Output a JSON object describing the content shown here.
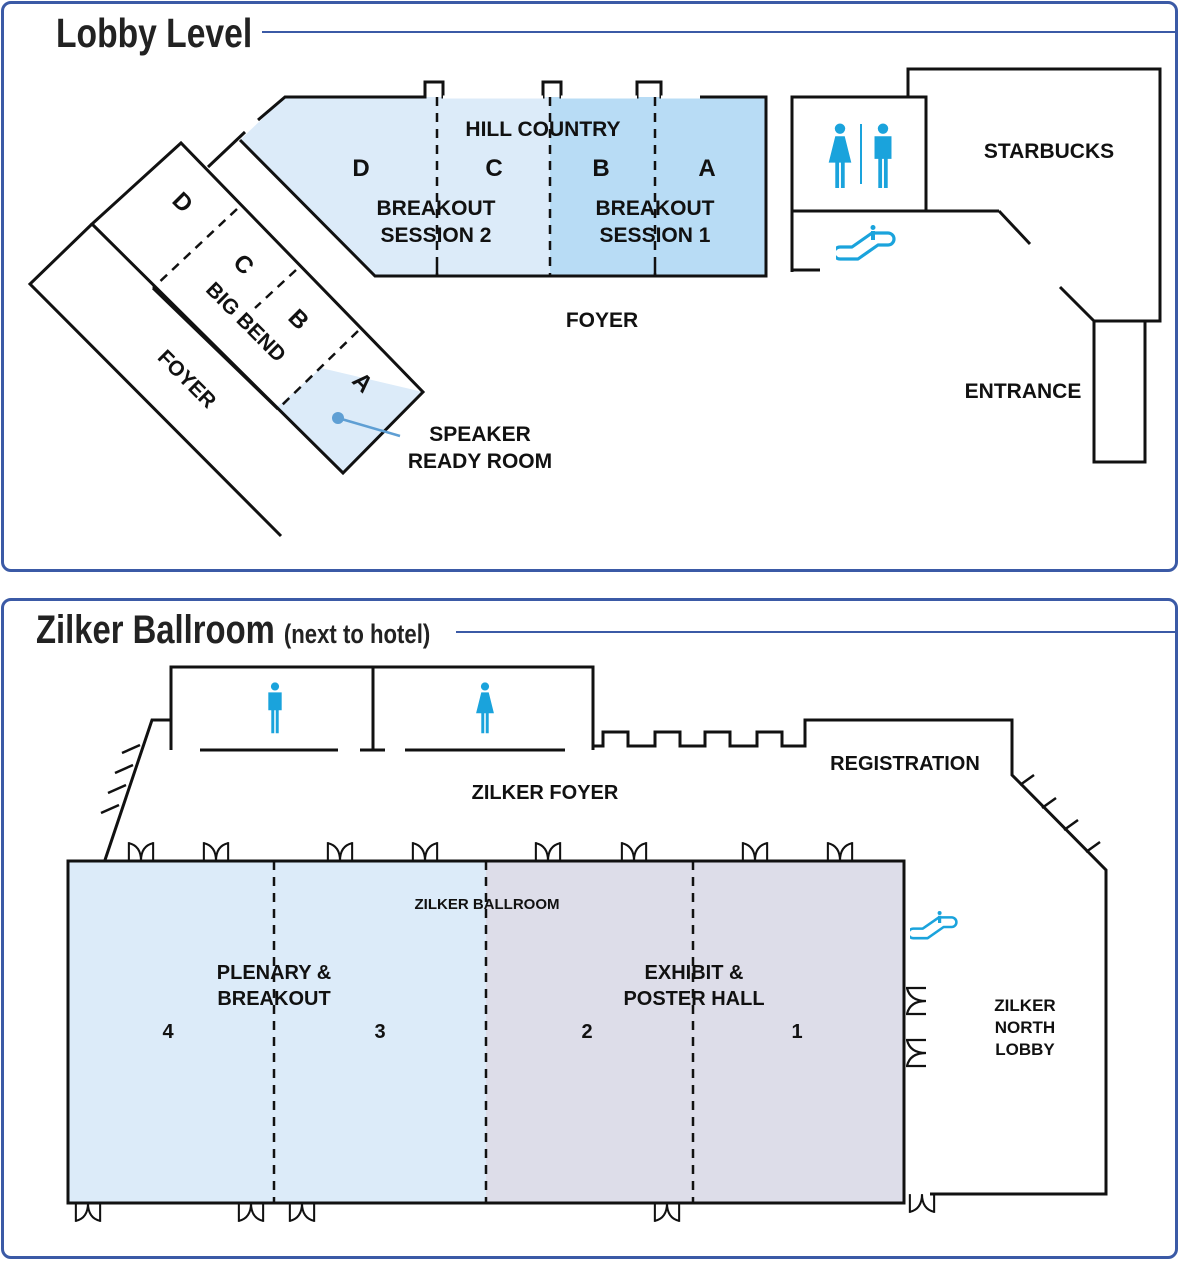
{
  "lobby": {
    "title": "Lobby Level",
    "hill_country": {
      "name": "HILL COUNTRY",
      "sections": [
        "D",
        "C",
        "B",
        "A"
      ],
      "breakout2": [
        "BREAKOUT",
        "SESSION 2"
      ],
      "breakout1": [
        "BREAKOUT",
        "SESSION 1"
      ]
    },
    "big_bend": {
      "name": "BIG BEND",
      "sections": [
        "D",
        "C",
        "B",
        "A"
      ]
    },
    "foyer_main": "FOYER",
    "foyer_side": "FOYER",
    "speaker_room": [
      "SPEAKER",
      "READY ROOM"
    ],
    "starbucks": "STARBUCKS",
    "entrance": "ENTRANCE",
    "icons": [
      "restroom-women-icon",
      "restroom-men-icon",
      "escalator-icon"
    ]
  },
  "zilker": {
    "title": "Zilker Ballroom",
    "subtitle": "(next to hotel)",
    "foyer": "ZILKER FOYER",
    "registration": "REGISTRATION",
    "ballroom_label": "ZILKER BALLROOM",
    "plenary": [
      "PLENARY &",
      "BREAKOUT"
    ],
    "exhibit": [
      "EXHIBIT &",
      "POSTER HALL"
    ],
    "sections": [
      "4",
      "3",
      "2",
      "1"
    ],
    "north_lobby": [
      "ZILKER",
      "NORTH",
      "LOBBY"
    ],
    "icons": [
      "restroom-men-icon",
      "restroom-women-icon",
      "escalator-icon"
    ]
  },
  "colors": {
    "border": "#3b5aa6",
    "light_blue": "#dcebf9",
    "mid_blue": "#b8dcf5",
    "lavender": "#dddde9",
    "icon_blue": "#1aa3dc",
    "wall": "#111111"
  }
}
